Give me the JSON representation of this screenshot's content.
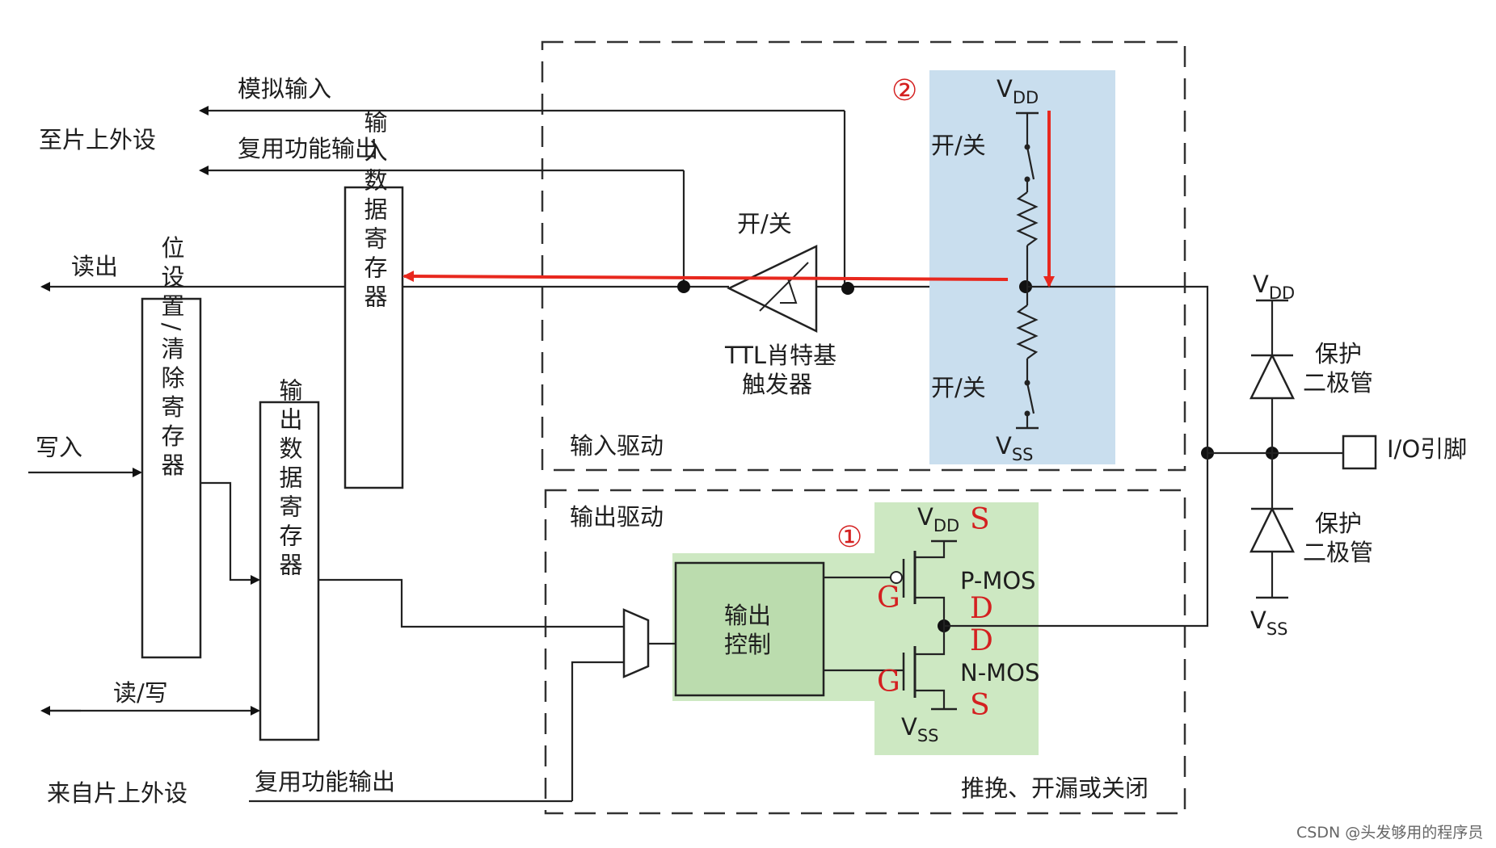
{
  "labels": {
    "analog_input": "模拟输入",
    "to_peripheral": "至片上外设",
    "alt_output_top": "复用功能输出",
    "read_out": "读出",
    "write_in": "写入",
    "read_write": "读/写",
    "from_peripheral": "来自片上外设",
    "alt_output_bottom": "复用功能输出",
    "input_data_reg": "输入数据寄存器",
    "bit_set_reset_reg": "位设置/清除寄存器",
    "output_data_reg": "输出数据寄存器",
    "switch": "开/关",
    "ttl_schmitt_line1": "TTL肖特基",
    "ttl_schmitt_line2": "触发器",
    "input_driver": "输入驱动",
    "output_driver": "输出驱动",
    "output_control_line1": "输出",
    "output_control_line2": "控制",
    "pmos": "P-MOS",
    "nmos": "N-MOS",
    "push_pull": "推挽、开漏或关闭",
    "protection_diode_line1": "保护",
    "protection_diode_line2": "二极管",
    "io_pin": "I/O引脚",
    "vdd_main": "V",
    "vdd_sub": "DD",
    "vss_main": "V",
    "vss_sub": "SS",
    "marker_1": "①",
    "marker_2": "②",
    "pin_s": "S",
    "pin_g": "G",
    "pin_d": "D"
  },
  "watermark": "CSDN @头发够用的程序员",
  "colors": {
    "pull_region": "#c9deee",
    "mos_region": "#cde8c2",
    "output_control_box": "#bbdcae",
    "highlight_arrow": "#e8281e",
    "marker": "#d42020"
  }
}
